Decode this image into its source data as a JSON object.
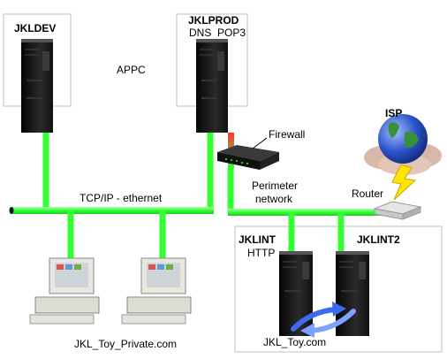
{
  "nodes": {
    "jkldev": {
      "label": "JKLDEV"
    },
    "jklprod": {
      "label": "JKLPROD",
      "services": "DNS  POP3"
    },
    "jklint": {
      "label": "JKLINT",
      "service": "HTTP"
    },
    "jklint2": {
      "label": "JKLINT2"
    },
    "isp": {
      "label": "ISP"
    },
    "firewall": {
      "label": "Firewall"
    },
    "router": {
      "label": "Router"
    }
  },
  "links": {
    "appc": "APPC",
    "ethernet": "TCP/IP - ethernet",
    "perimeter_line1": "Perimeter",
    "perimeter_line2": "network"
  },
  "groups": {
    "private": "JKL_Toy_Private.com",
    "public": "JKL_Toy.com"
  },
  "colors": {
    "network": "#33ff33",
    "box_border": "#c8dcc8",
    "server": "#1c1c1c",
    "globe": "#2b53c9",
    "lightning": "#ffe600",
    "cloud": "#d8b8a8"
  },
  "icons": [
    "server-icon",
    "workstation-icon",
    "firewall-icon",
    "router-icon",
    "globe-icon",
    "lightning-icon",
    "cloud-icon",
    "sync-arrow-icon"
  ]
}
